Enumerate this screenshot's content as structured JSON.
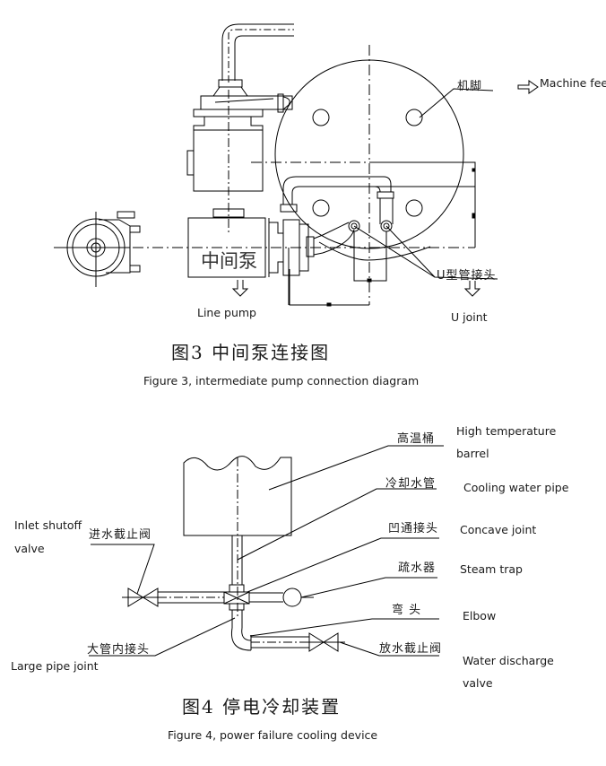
{
  "figure3": {
    "title_cn": "图3    中间泵连接图",
    "caption": "Figure 3, intermediate pump connection diagram",
    "labels": {
      "machine_feet_cn": "机脚",
      "machine_feet_en": "Machine feet",
      "pump_cn": "中间泵",
      "line_pump_en": "Line pump",
      "u_joint_cn": "U型管接头",
      "u_joint_en": "U joint"
    }
  },
  "figure4": {
    "title_cn": "图4    停电冷却装置",
    "caption": "Figure 4, power failure cooling device",
    "labels": {
      "barrel_cn": "高温桶",
      "barrel_en_1": "High temperature",
      "barrel_en_2": "barrel",
      "cooling_pipe_cn": "冷却水管",
      "cooling_pipe_en": "Cooling water pipe",
      "concave_cn": "凹通接头",
      "concave_en": "Concave joint",
      "trap_cn": "疏水器",
      "trap_en": "Steam trap",
      "elbow_cn": "弯    头",
      "elbow_en": "Elbow",
      "discharge_cn": "放水截止阀",
      "discharge_en_1": "Water discharge",
      "discharge_en_2": "valve",
      "inlet_cn": "进水截止阀",
      "inlet_en_1": "Inlet shutoff",
      "inlet_en_2": "valve",
      "large_joint_cn": "大管内接头",
      "large_joint_en": "Large pipe joint"
    }
  }
}
